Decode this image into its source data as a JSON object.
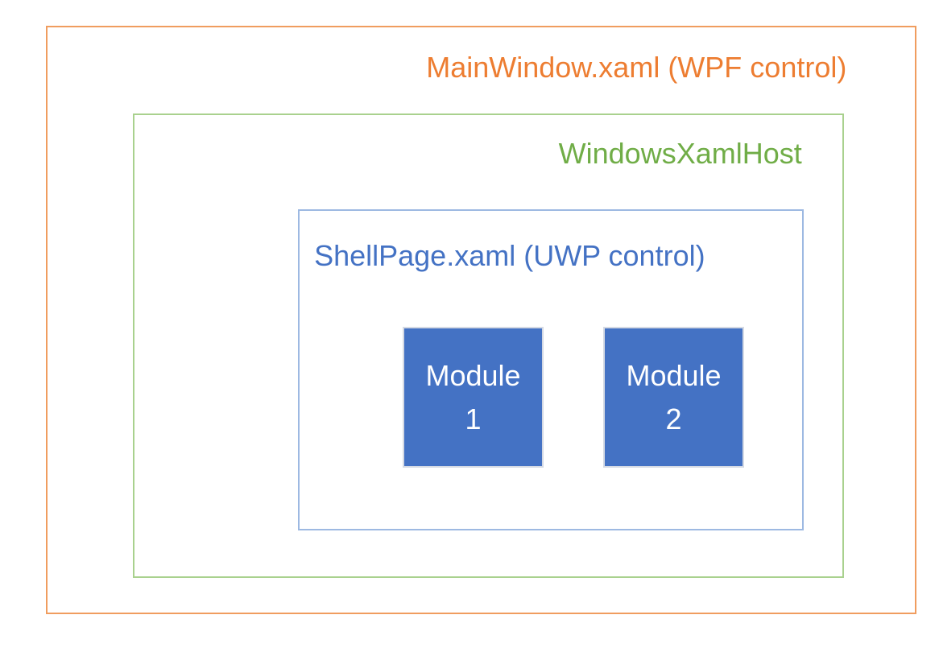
{
  "diagram": {
    "title": "MainWindow.xaml (WPF control)",
    "background_color": "#ffffff",
    "outer_box": {
      "label": "MainWindow.xaml (WPF control)",
      "border_color": "#F09D5F",
      "text_color": "#ED7D31"
    },
    "host_box": {
      "label": "WindowsXamlHost",
      "border_color": "#A9D18E",
      "text_color": "#70AD47"
    },
    "shell_box": {
      "label": "ShellPage.xaml (UWP control)",
      "border_color": "#9DB9E2",
      "text_color": "#4472C4"
    },
    "modules": [
      {
        "label": "Module\n1",
        "fill_color": "#4472C4",
        "border_color": "#D5DAE4",
        "text_color": "#ffffff"
      },
      {
        "label": "Module\n2",
        "fill_color": "#4472C4",
        "border_color": "#D5DAE4",
        "text_color": "#ffffff"
      }
    ]
  }
}
